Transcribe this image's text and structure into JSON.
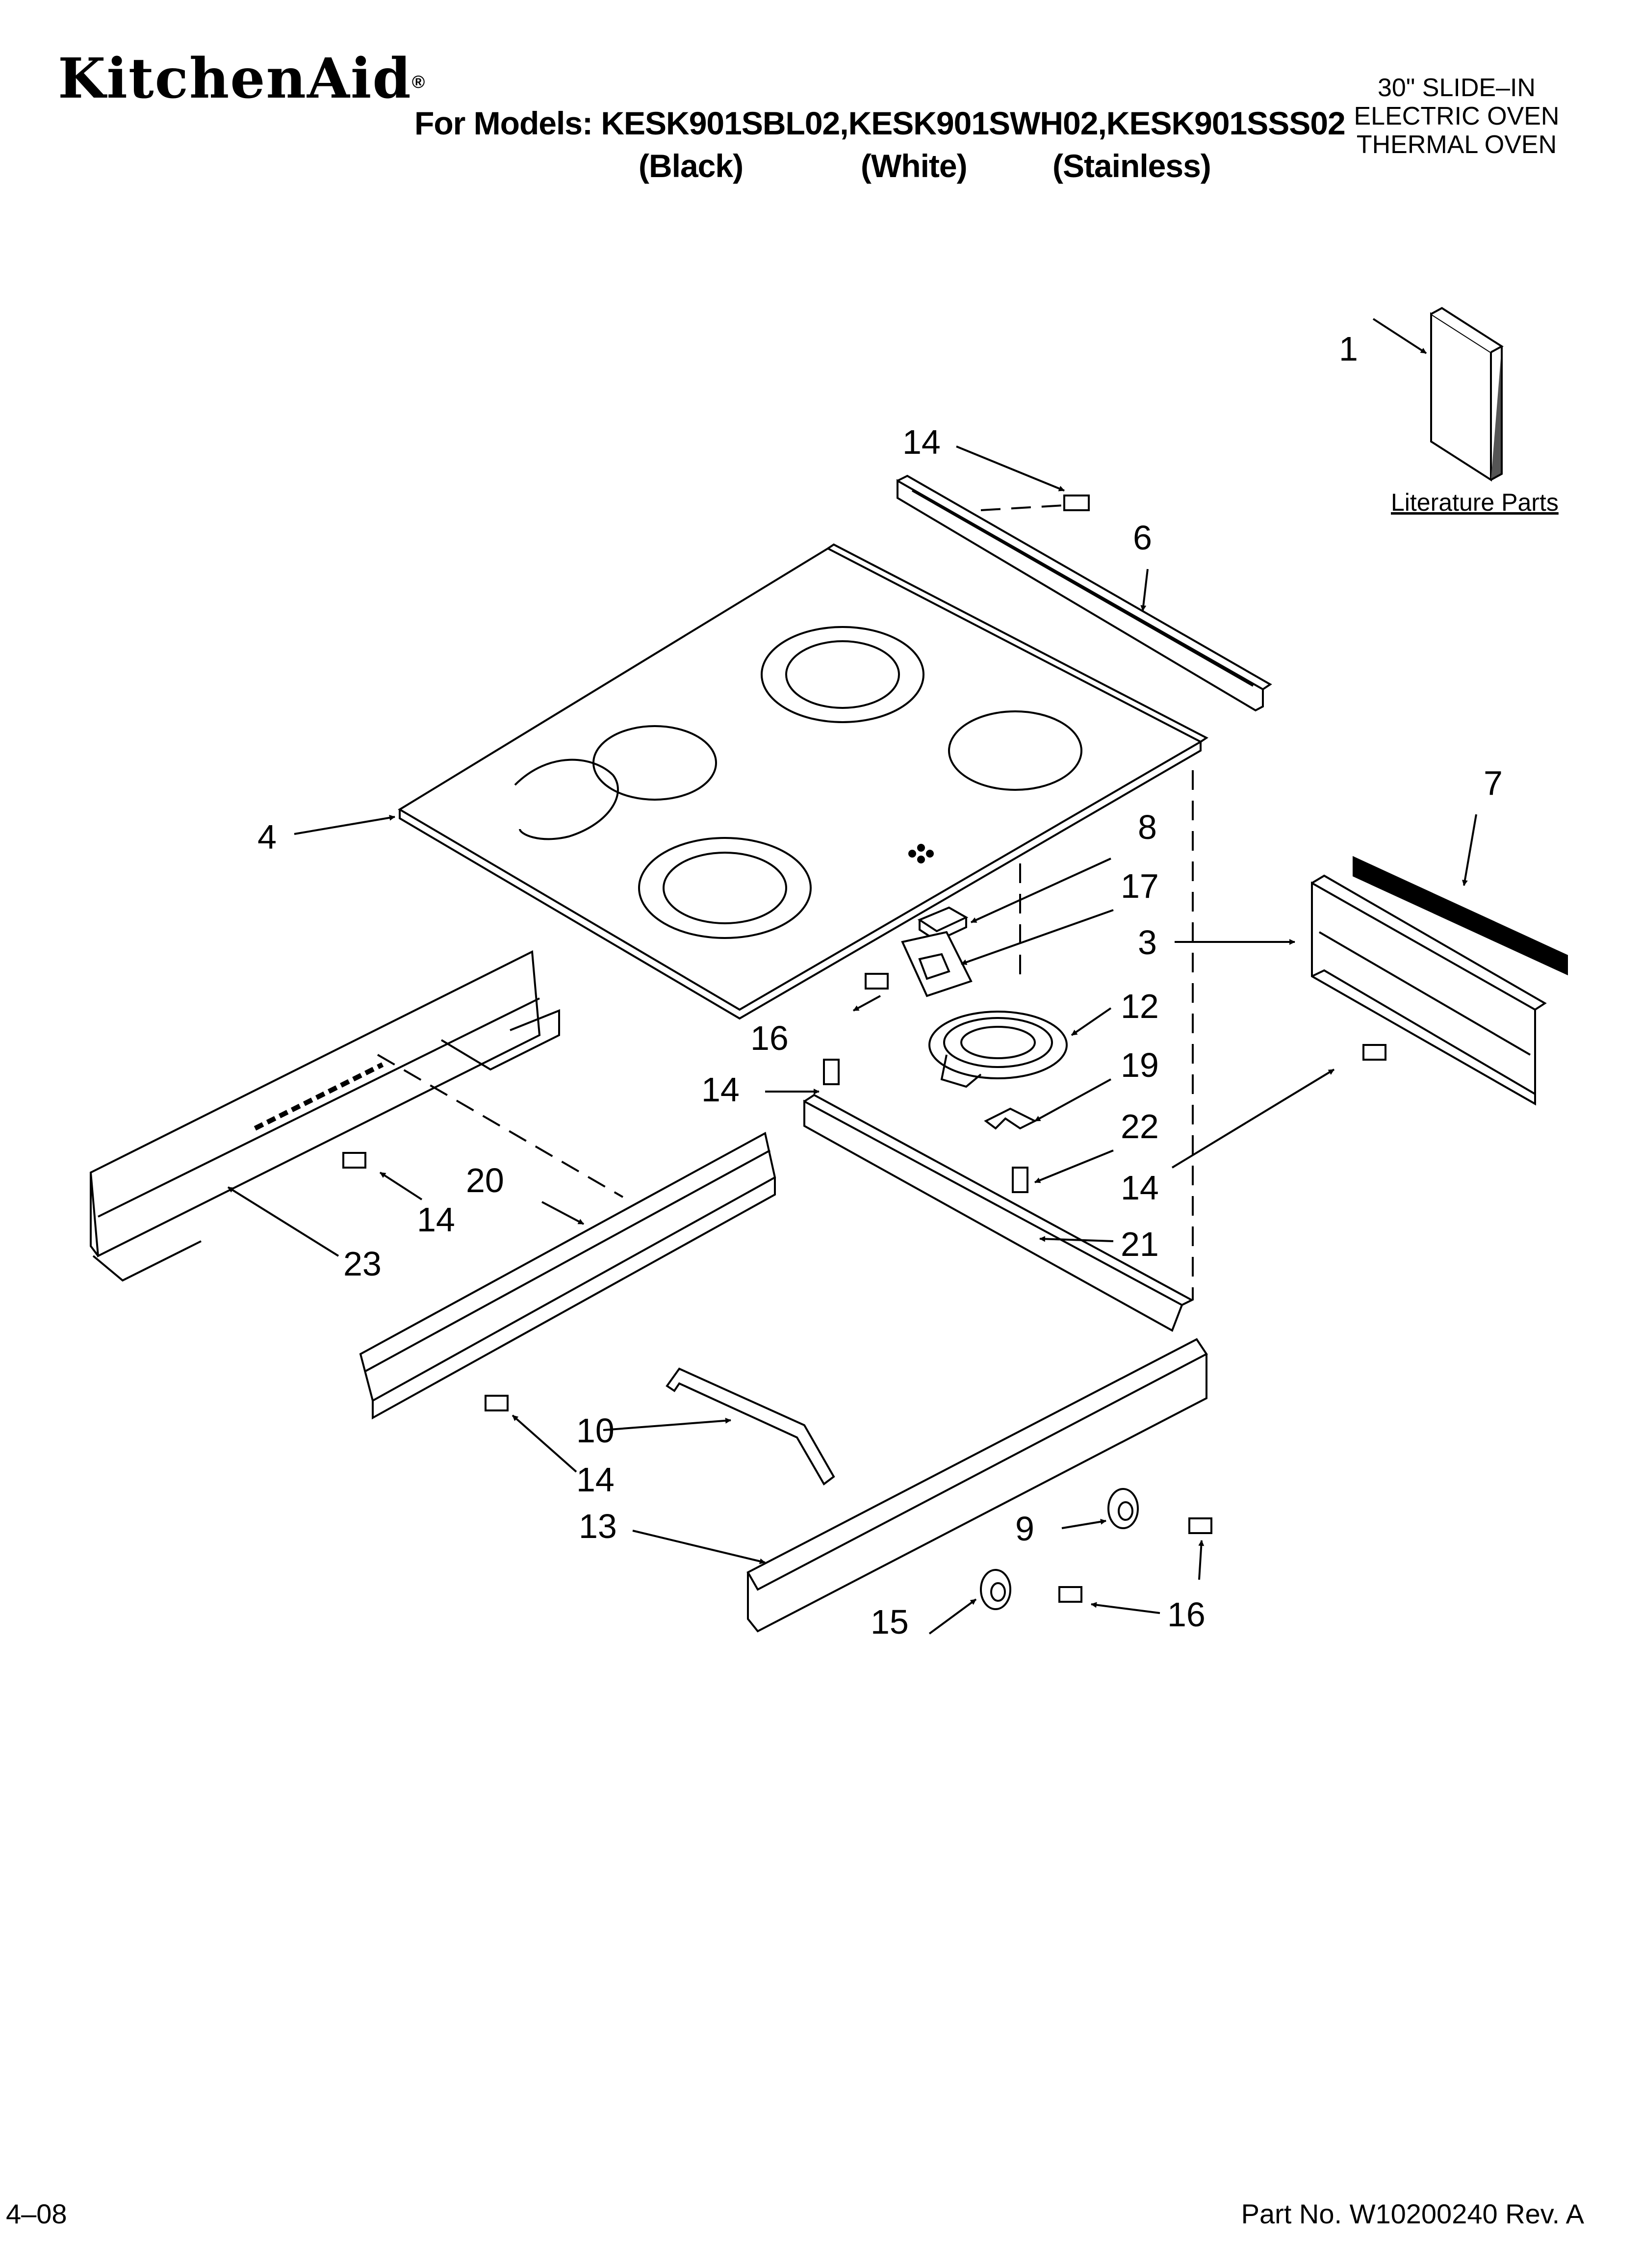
{
  "header": {
    "brand": "KitchenAid",
    "brand_mark": "®",
    "models_line": "For Models: KESK901SBL02,KESK901SWH02,KESK901SSS02",
    "variants": [
      "(Black)",
      "(White)",
      "(Stainless)"
    ],
    "product_lines": [
      "30\" SLIDE–IN",
      "ELECTRIC OVEN",
      "THERMAL OVEN"
    ]
  },
  "footer": {
    "date_code": "4–08",
    "part_number": "Part No. W10200240 Rev. A"
  },
  "literature_label": "Literature Parts",
  "callouts": {
    "c1": "1",
    "c3": "3",
    "c4": "4",
    "c6": "6",
    "c7": "7",
    "c8": "8",
    "c9": "9",
    "c10": "10",
    "c12": "12",
    "c13": "13",
    "c14a": "14",
    "c14b": "14",
    "c14c": "14",
    "c14d": "14",
    "c14e": "14",
    "c15": "15",
    "c16a": "16",
    "c16b": "16",
    "c17": "17",
    "c19": "19",
    "c20": "20",
    "c21": "21",
    "c22": "22",
    "c23": "23"
  },
  "colors": {
    "line": "#000000",
    "background": "#ffffff"
  }
}
